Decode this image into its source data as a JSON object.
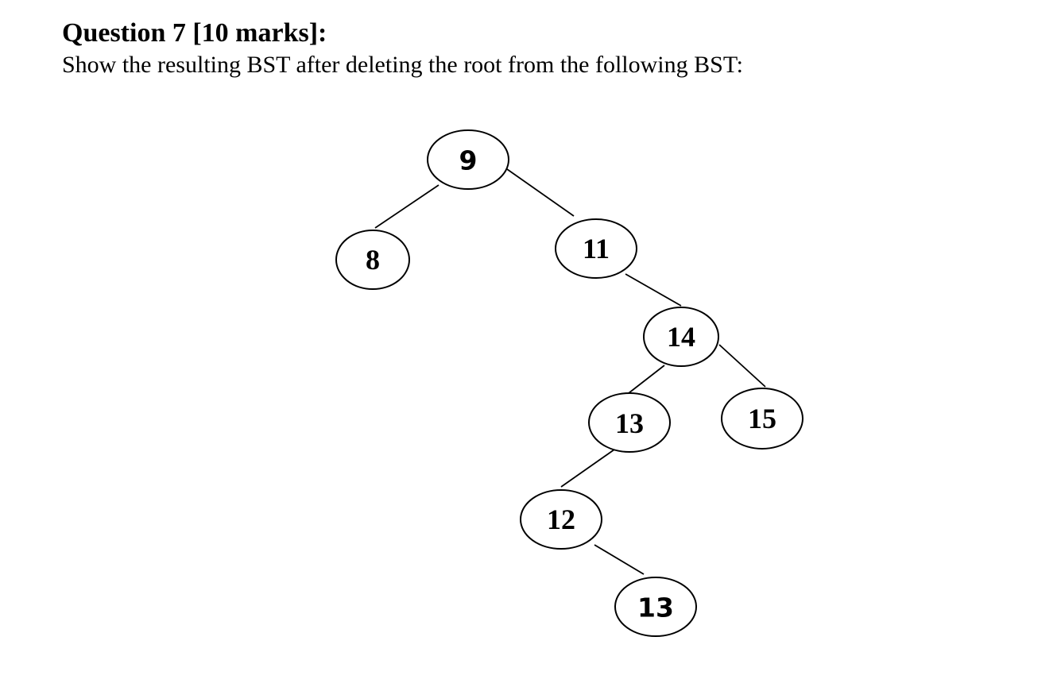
{
  "question": {
    "title": "Question 7 [10 marks]:",
    "text": "Show the resulting BST after deleting the root from the following BST:"
  },
  "tree": {
    "nodes": [
      {
        "id": "n9",
        "label": "9"
      },
      {
        "id": "n8",
        "label": "8"
      },
      {
        "id": "n11",
        "label": "11"
      },
      {
        "id": "n14",
        "label": "14"
      },
      {
        "id": "n13a",
        "label": "13"
      },
      {
        "id": "n15",
        "label": "15"
      },
      {
        "id": "n12",
        "label": "12"
      },
      {
        "id": "n13b",
        "label": "13"
      }
    ],
    "edges": [
      {
        "from": "n9",
        "to": "n8"
      },
      {
        "from": "n9",
        "to": "n11"
      },
      {
        "from": "n11",
        "to": "n14"
      },
      {
        "from": "n14",
        "to": "n13a"
      },
      {
        "from": "n14",
        "to": "n15"
      },
      {
        "from": "n13a",
        "to": "n12"
      },
      {
        "from": "n12",
        "to": "n13b"
      }
    ]
  }
}
